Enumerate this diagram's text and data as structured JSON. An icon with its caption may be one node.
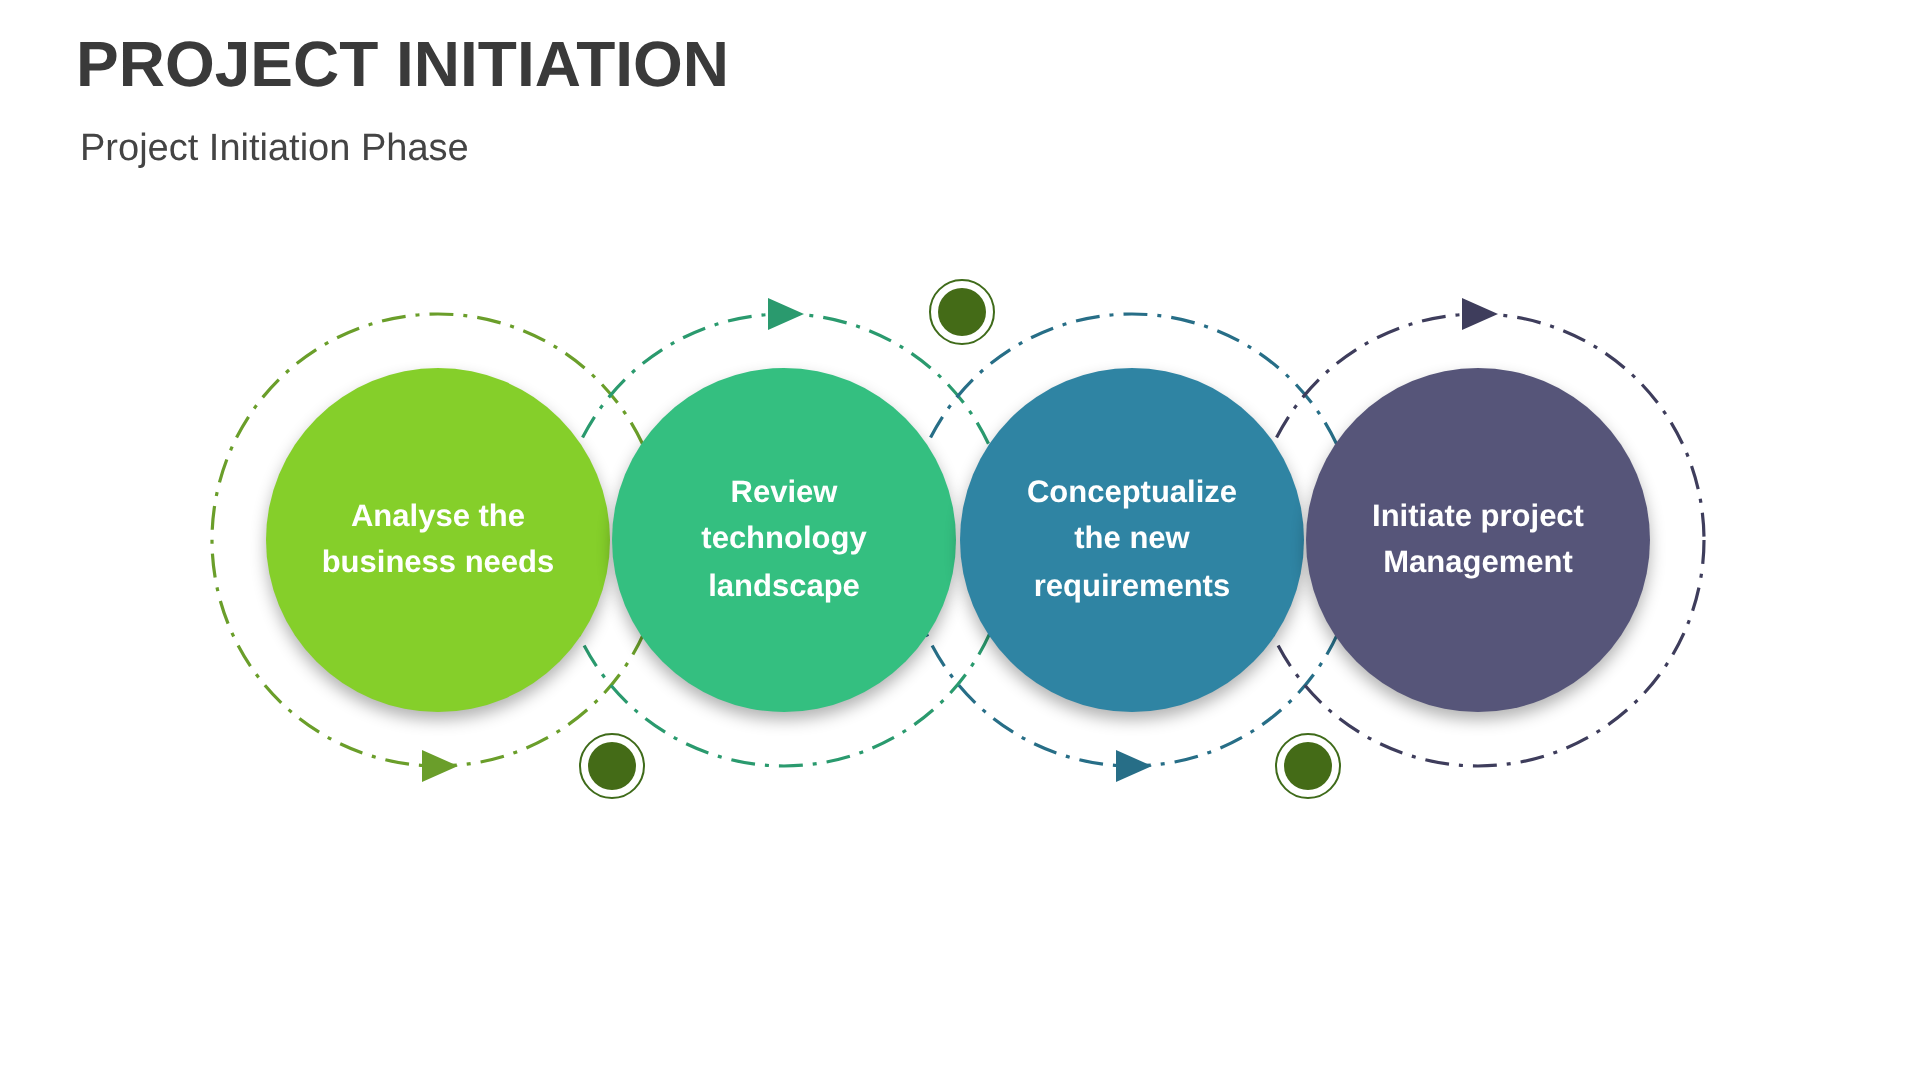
{
  "diagram": {
    "title": "PROJECT INITIATION",
    "nodes": [
      {
        "text": [
          "Analyse the business needs"
        ]
      },
      {
        "text": [
          "Review technology landscape"
        ]
      },
      {
        "text": [
          "Conceptualize the new requirements"
        ]
      },
      {
        "text": [
          "Initiate project Management"
        ]
      }
    ],
    "labels": [
      "Project Initiation Phase"
    ]
  }
}
